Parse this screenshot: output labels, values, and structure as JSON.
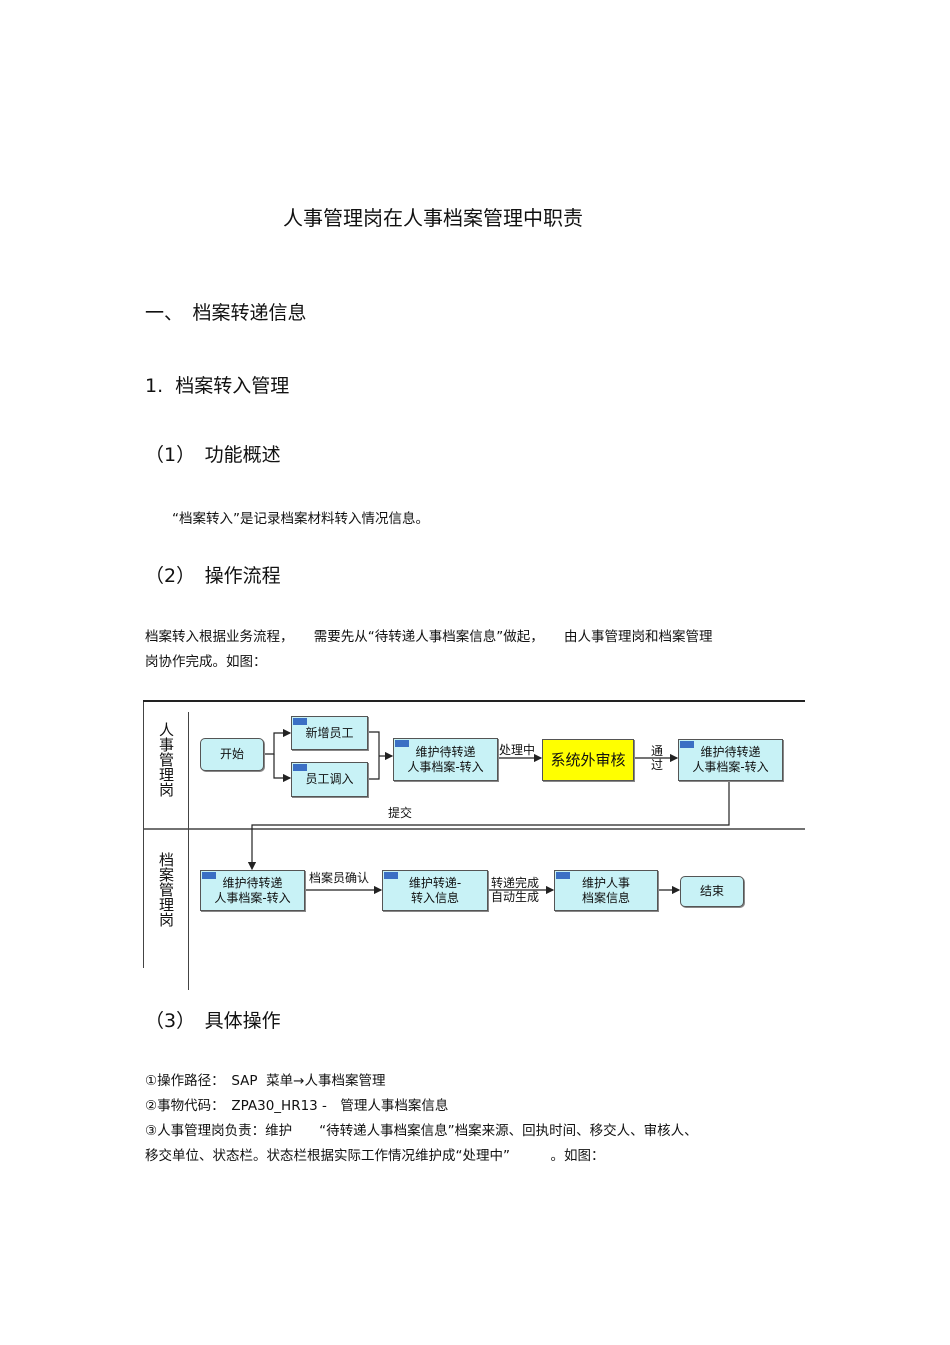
{
  "title": "人事管理岗在人事档案管理中职责",
  "section1": "一、　档案转递信息",
  "sub1": "1.  档案转入管理",
  "s1_heading": "（1）　功能概述",
  "s1_text": "“档案转入”是记录档案材料转入情况信息。",
  "s2_heading": "（2）　操作流程",
  "s2_text_line1": "档案转入根据业务流程，　　需要先从“待转递人事档案信息”做起，　　由人事管理岗和档案管理",
  "s2_text_line2": "岗协作完成。如图：",
  "diagram": {
    "lane_top": "人事管理岗",
    "lane_bottom": "档案管理岗",
    "start": "开始",
    "new_employee": "新增员工",
    "transfer_employee": "员工调入",
    "maintain_pending_1": "维护待转递\n人事档案-转入",
    "label_processing": "处理中",
    "external_review": "系统外审核",
    "label_pass": "通\n过",
    "maintain_pending_2": "维护待转递\n人事档案-转入",
    "label_submit": "提交",
    "maintain_pending_3": "维护待转递\n人事档案-转入",
    "label_confirm": "档案员确认",
    "maintain_transfer_info": "维护转递-\n转入信息",
    "label_auto": "转递完成\n自动生成",
    "maintain_hr_info": "维护人事\n档案信息",
    "end": "结束",
    "colors": {
      "box": "#c8f2f6",
      "highlight": "#ffff00",
      "sap_badge": "#3b6fc4"
    }
  },
  "s3_heading": "（3）　具体操作",
  "s3_line1": "①操作路径：　SAP  菜单→人事档案管理",
  "s3_line2": "②事物代码：　ZPA30_HR13 -　管理人事档案信息",
  "s3_line3": "③人事管理岗负责：维护　　“待转递人事档案信息”档案来源、回执时间、移交人、审核人、",
  "s3_line4": "移交单位、状态栏。状态栏根据实际工作情况维护成“处理中”　　　。如图："
}
